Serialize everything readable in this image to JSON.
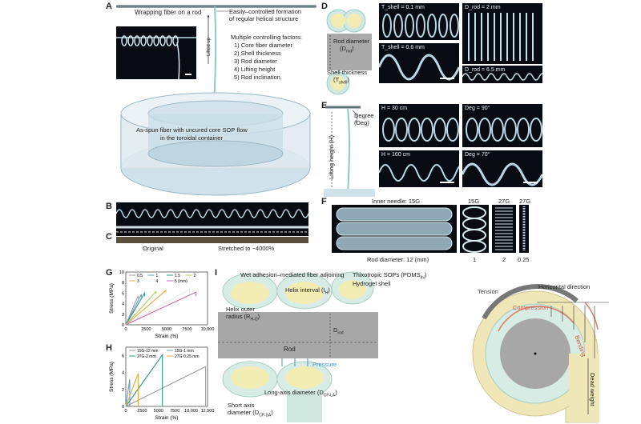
{
  "panels": {
    "A": "A",
    "B": "B",
    "C": "C",
    "D": "D",
    "E": "E",
    "F": "F",
    "G": "G",
    "H": "H",
    "I": "I"
  },
  "panelA": {
    "wrap_label": "Wrapping fiber on a rod",
    "lifted_label": "Lifted up",
    "formation_lines": [
      "Easily–controlled formation",
      "of regular helical structure"
    ],
    "factors_title": "Multiple controlling factors:",
    "factors": [
      "1) Core fiber diameter",
      "2) Shell thickness",
      "3) Rod diameter",
      "4) Lifting height",
      "5) Rod inclination"
    ],
    "container_lines": [
      "As-spun fiber with uncured core SOP flow",
      "in the toroidal container"
    ]
  },
  "panelC": {
    "left": "Original",
    "right": "Stretched to ~4000%"
  },
  "panelD": {
    "rod_label": "Rod diameter",
    "rod_sym": "(D",
    "rod_sub": "rod",
    "shell_label": "Shell thickness",
    "shell_sym": "(T",
    "shell_sub": "shell",
    "photos": [
      "T_shell = 0.1 mm",
      "D_rod = 2 mm",
      "T_shell = 0.6 mm",
      "D_rod = 6.5 mm"
    ]
  },
  "panelE": {
    "degree_label": "Degree",
    "degree_sym": "(Deg)",
    "lift_label": "Lifting height (H)",
    "photos": [
      "H = 30 cm",
      "Deg = 90°",
      "H = 160 cm",
      "Deg = 70°"
    ]
  },
  "panelF": {
    "needle": "Inner needle: 15G",
    "col1": "15G",
    "col2": "27G",
    "col3": "27G",
    "rod": "Rod diameter: 12 (mm)",
    "n1": "1",
    "n2": "2",
    "n3": "0.25"
  },
  "chart_data": [
    {
      "type": "line",
      "panel": "G",
      "xlabel": "Strain (%)",
      "ylabel": "Stress (MPa)",
      "xlim": [
        0,
        10000
      ],
      "ylim": [
        0,
        10
      ],
      "xticks": [
        "0",
        "2500",
        "5000",
        "7500",
        "10,000"
      ],
      "yticks": [
        "0",
        "2",
        "4",
        "6",
        "8",
        "10"
      ],
      "legend": [
        "0.5",
        "1",
        "1.5",
        "2",
        "3",
        "4",
        "5 (mm)"
      ],
      "series": [
        {
          "name": "0.5",
          "color": "#9e9e9e",
          "points": [
            [
              0,
              0
            ],
            [
              1500,
              5.5
            ],
            [
              1500,
              5.0
            ]
          ]
        },
        {
          "name": "1",
          "color": "#6a9ccf",
          "points": [
            [
              0,
              0
            ],
            [
              1900,
              5.8
            ],
            [
              1900,
              5.2
            ]
          ]
        },
        {
          "name": "1.5",
          "color": "#2e9c8a",
          "points": [
            [
              0,
              0
            ],
            [
              2300,
              6.0
            ],
            [
              2300,
              5.4
            ]
          ]
        },
        {
          "name": "2",
          "color": "#b7c95a",
          "points": [
            [
              0,
              0
            ],
            [
              3700,
              6.3
            ],
            [
              3700,
              5.9
            ]
          ]
        },
        {
          "name": "3",
          "color": "#f0a93b",
          "points": [
            [
              0,
              0
            ],
            [
              4900,
              6.5
            ],
            [
              4900,
              6.1
            ]
          ]
        },
        {
          "name": "4",
          "color": "#e8e8e8",
          "points": [
            [
              0,
              0
            ],
            [
              7800,
              6.7
            ],
            [
              7800,
              5.6
            ]
          ]
        },
        {
          "name": "5",
          "color": "#c86fb3",
          "points": [
            [
              0,
              0
            ],
            [
              8600,
              6.2
            ],
            [
              8600,
              5.4
            ]
          ]
        }
      ]
    },
    {
      "type": "line",
      "panel": "H",
      "xlabel": "Strain (%)",
      "ylabel": "Stress (MPa)",
      "xlim": [
        0,
        12500
      ],
      "ylim": [
        0,
        7
      ],
      "xticks": [
        "0",
        "2500",
        "5000",
        "7500",
        "10,000",
        "12,500"
      ],
      "yticks": [
        "0",
        "2",
        "4",
        "6"
      ],
      "legend": [
        "15G-12 mm",
        "15G-1 mm",
        "27G-2 mm",
        "27G-0.25 mm"
      ],
      "series": [
        {
          "name": "15G-12 mm",
          "color": "#9e9e9e",
          "points": [
            [
              0,
              0
            ],
            [
              12200,
              4.7
            ],
            [
              12200,
              0
            ]
          ]
        },
        {
          "name": "15G-1 mm",
          "color": "#6a9ccf",
          "points": [
            [
              0,
              0
            ],
            [
              600,
              3.2
            ],
            [
              600,
              0
            ]
          ]
        },
        {
          "name": "27G-2 mm",
          "color": "#2e9c8a",
          "points": [
            [
              0,
              0
            ],
            [
              5600,
              6.1
            ],
            [
              5600,
              0
            ]
          ]
        },
        {
          "name": "27G-0.25 mm",
          "color": "#f0a93b",
          "points": [
            [
              0,
              0
            ],
            [
              1900,
              3.9
            ],
            [
              1900,
              0
            ]
          ]
        }
      ]
    }
  ],
  "panelI": {
    "wet": "Wet adhesion–mediated fiber adjoining",
    "sop": "Thixotropic SOPs (PDMS",
    "sop_sub": "thi",
    "sop_end": ")",
    "hydrogel": "Hydrogel shell",
    "helix_outer": [
      "Helix outer",
      "radius (R"
    ],
    "helix_outer_sub": "H-O",
    "helix_interval": "Helix interval (I",
    "helix_interval_sub": "H",
    "drod": "D",
    "drod_sub": "rod",
    "rod": "Rod",
    "pressure": "Pressure",
    "long_axis": "Long-axis diameter (D",
    "long_axis_sub": "CF-LA",
    "short_axis": [
      "Short axis",
      "diameter (D"
    ],
    "short_axis_sub": "CF-SA",
    "tension": "Tension",
    "horizontal": "Horizontal direction",
    "compression": "Compression",
    "bending": "Bending",
    "dead_weight": "Dead weight"
  }
}
